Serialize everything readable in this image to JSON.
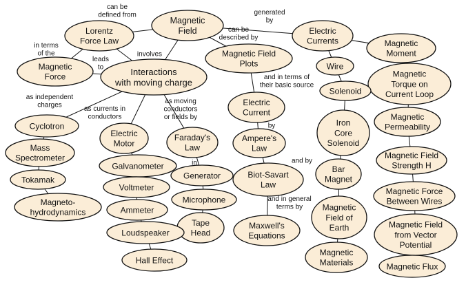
{
  "nodes": {
    "magnetic_field": [
      "Magnetic",
      "Field"
    ],
    "lorentz": [
      "Lorentz",
      "Force Law"
    ],
    "magnetic_force": [
      "Magnetic",
      "Force"
    ],
    "interactions": [
      "Interactions",
      "with moving charge"
    ],
    "field_plots": [
      "Magnetic Field",
      "Plots"
    ],
    "electric_currents": [
      "Electric",
      "Currents"
    ],
    "magnetic_moment": [
      "Magnetic",
      "Moment"
    ],
    "wire": [
      "Wire"
    ],
    "torque": [
      "Magnetic",
      "Torque on",
      "Current Loop"
    ],
    "solenoid": [
      "Solenoid"
    ],
    "electric_current": [
      "Electric",
      "Current"
    ],
    "cyclotron": [
      "Cyclotron"
    ],
    "electric_motor": [
      "Electric",
      "Motor"
    ],
    "faradays_law": [
      "Faraday's",
      "Law"
    ],
    "iron_core": [
      "Iron",
      "Core",
      "Solenoid"
    ],
    "permeability": [
      "Magnetic",
      "Permeability"
    ],
    "mass_spec": [
      "Mass",
      "Spectrometer"
    ],
    "amperes_law": [
      "Ampere's",
      "Law"
    ],
    "field_strength": [
      "Magnetic Field",
      "Strength H"
    ],
    "galvanometer": [
      "Galvanometer"
    ],
    "generator": [
      "Generator"
    ],
    "bar_magnet": [
      "Bar",
      "Magnet"
    ],
    "tokamak": [
      "Tokamak"
    ],
    "biot_savart": [
      "Biot-Savart",
      "Law"
    ],
    "voltmeter": [
      "Voltmeter"
    ],
    "force_wires": [
      "Magnetic Force",
      "Between Wires"
    ],
    "mhd": [
      "Magneto-",
      "hydrodynamics"
    ],
    "microphone": [
      "Microphone"
    ],
    "field_earth": [
      "Magnetic",
      "Field of",
      "Earth"
    ],
    "ammeter": [
      "Ammeter"
    ],
    "tape_head": [
      "Tape",
      "Head"
    ],
    "maxwell": [
      "Maxwell's",
      "Equations"
    ],
    "vector_potential": [
      "Magnetic Field",
      "from Vector",
      "Potential"
    ],
    "loudspeaker": [
      "Loudspeaker"
    ],
    "materials": [
      "Magnetic",
      "Materials"
    ],
    "hall": [
      "Hall Effect"
    ],
    "flux": [
      "Magnetic Flux"
    ]
  },
  "links": {
    "can_be_defined_from": [
      "can be",
      "defined from"
    ],
    "generated_by": [
      "generated",
      "by"
    ],
    "can_be_described_by": [
      "can be",
      "described by"
    ],
    "involves": [
      "involves"
    ],
    "in_terms_of_the": [
      "in terms",
      "of the"
    ],
    "leads_to": [
      "leads",
      "to"
    ],
    "as_independent_charges": [
      "as independent",
      "charges"
    ],
    "as_currents_in_conductors": [
      "as currents in",
      "conductors"
    ],
    "as_moving_conductors": [
      "as moving",
      "conductors",
      "or fields by"
    ],
    "in_terms_of_basic_source": [
      "and in terms of",
      "their basic source"
    ],
    "by": [
      "by"
    ],
    "in": [
      "in"
    ],
    "and_by": [
      "and by"
    ],
    "in_general_terms": [
      "and in general",
      "terms by"
    ]
  }
}
